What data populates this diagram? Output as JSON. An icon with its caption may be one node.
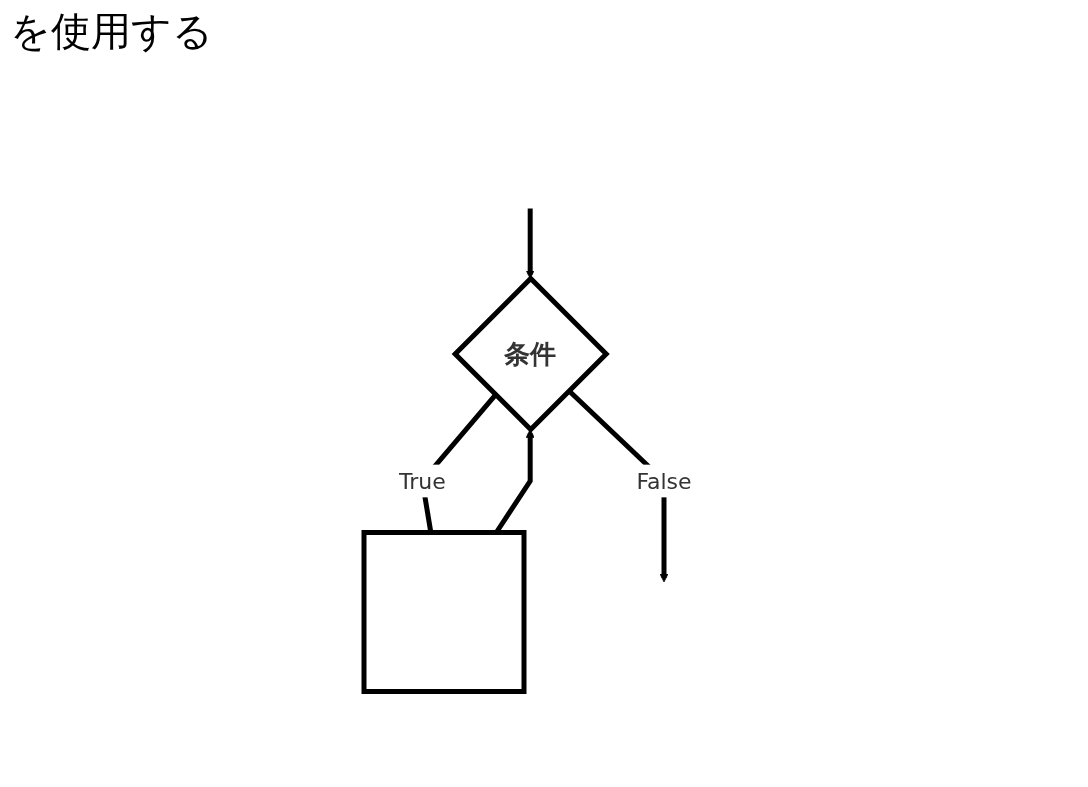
{
  "diagram": {
    "nodes": [
      {
        "text": [
          "条件"
        ]
      },
      {
        "text": [],
        "shape": "box"
      }
    ],
    "edges": [
      {
        "from": null,
        "to": 0,
        "arrow": "to"
      },
      {
        "from": 0,
        "to": 1,
        "label": "True",
        "arrow": "none"
      },
      {
        "from": 1,
        "to": 0,
        "arrow": "to"
      },
      {
        "from": 0,
        "to": null,
        "label": "False",
        "arrow": "to"
      }
    ],
    "labels": [
      "を使用する"
    ]
  }
}
